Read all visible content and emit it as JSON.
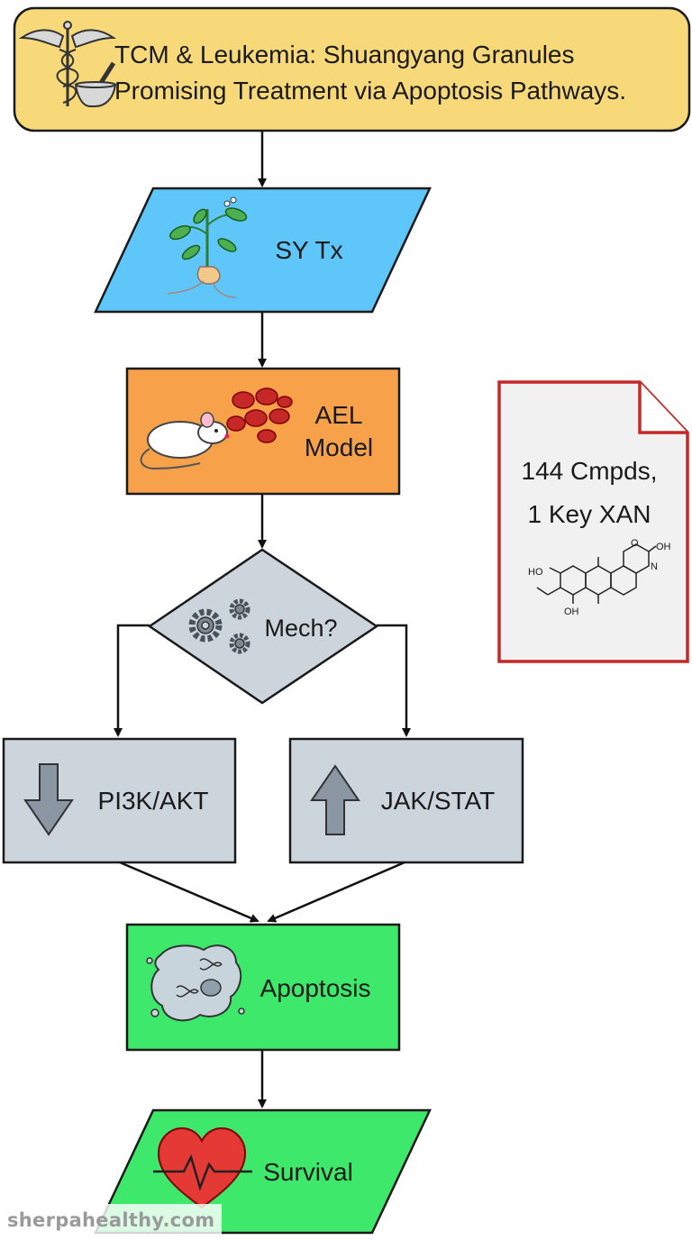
{
  "title": {
    "line1": "TCM & Leukemia: Shuangyang Granules",
    "line2": "Promising Treatment via Apoptosis Pathways."
  },
  "nodes": {
    "treatment": "SY Tx",
    "model_line1": "AEL",
    "model_line2": "Model",
    "mechanism": "Mech?",
    "pathway_down": "PI3K/AKT",
    "pathway_up": "JAK/STAT",
    "apoptosis": "Apoptosis",
    "survival": "Survival"
  },
  "note": {
    "line1": "144 Cmpds,",
    "line2": "1 Key XAN",
    "labels": {
      "ho": "HO",
      "oh_top": "OH",
      "oh_bottom": "OH",
      "o_ring": "O",
      "n_ring": "N"
    }
  },
  "watermark": "sherpahealthy.com",
  "icons": [
    "caduceus-mortar-icon",
    "herb-plant-icon",
    "mouse-icon",
    "blood-cells-icon",
    "gears-icon",
    "down-arrow-icon",
    "up-arrow-icon",
    "cell-dna-icon",
    "heart-pulse-icon",
    "chemical-structure-icon"
  ],
  "colors": {
    "title_fill": "#f8d97a",
    "treatment_fill": "#5ec6f8",
    "model_fill": "#f7a24a",
    "mechanism_fill": "#ccd4dc",
    "pathway_fill": "#ccd4dc",
    "outcome_fill": "#3de86a",
    "note_border": "#c62828",
    "note_fill": "#f1f1f1"
  }
}
